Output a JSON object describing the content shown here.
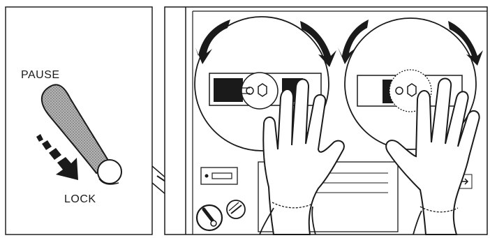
{
  "lever_callout": {
    "top_label": "PAUSE",
    "bottom_label": "LOCK",
    "lever_icon": "pause-lever-icon",
    "arrow_icon": "curved-arrow-down-icon"
  },
  "machine": {
    "reel_count": 2,
    "hands_icon": "hand-icon",
    "rotation_arrow_icon": "rotation-arrow-icon"
  },
  "colors": {
    "ink": "#1a1a1a",
    "lever_fill": "#9a9a9a",
    "panel_tint": "#ffffff"
  }
}
